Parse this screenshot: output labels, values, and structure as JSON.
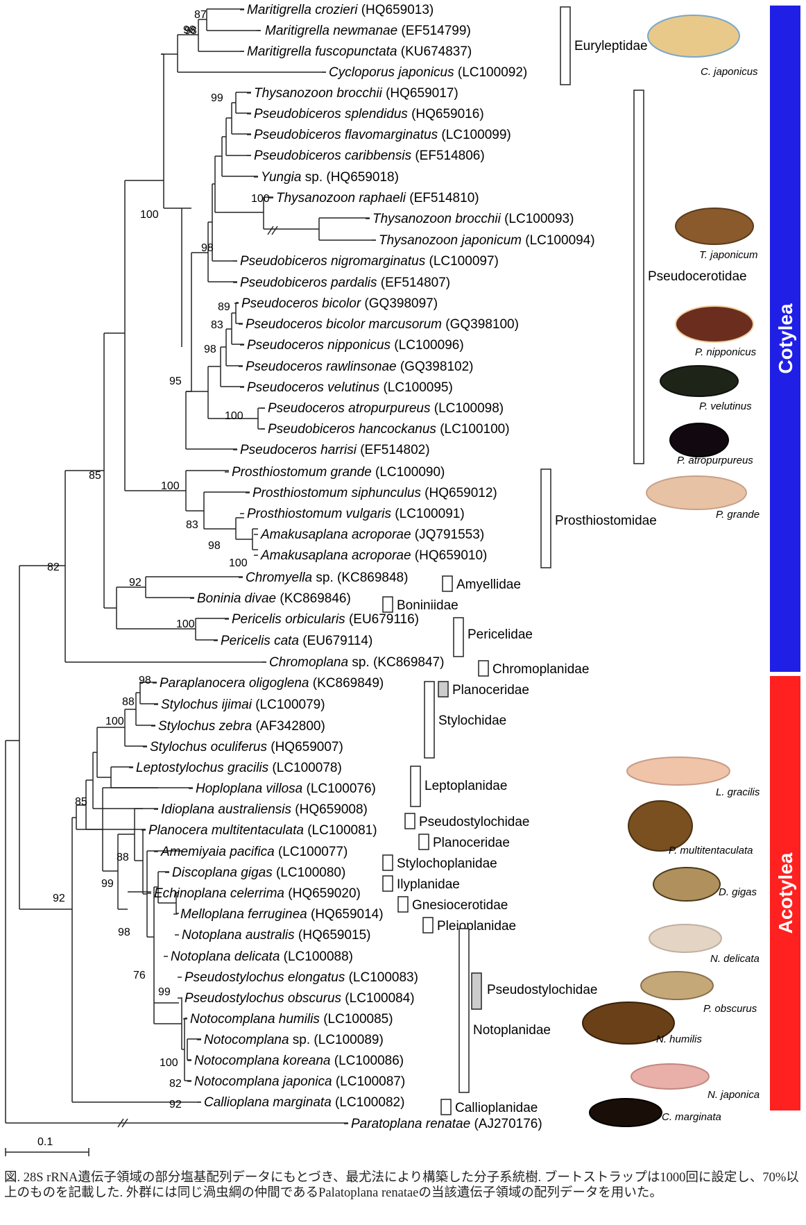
{
  "taxa": [
    {
      "genus": "Maritigrella crozieri",
      "acc": "(HQ659013)"
    },
    {
      "genus": "Maritigrella newmanae",
      "acc": "(EF514799)"
    },
    {
      "genus": "Maritigrella fuscopunctata",
      "acc": "(KU674837)"
    },
    {
      "genus": "Cycloporus japonicus",
      "acc": "(LC100092)"
    },
    {
      "genus": "Thysanozoon brocchii",
      "acc": "(HQ659017)"
    },
    {
      "genus": "Pseudobiceros splendidus",
      "acc": "(HQ659016)"
    },
    {
      "genus": "Pseudobiceros flavomarginatus",
      "acc": "(LC100099)"
    },
    {
      "genus": "Pseudobiceros caribbensis",
      "acc": "(EF514806)"
    },
    {
      "genus": "Yungia",
      "suffix": " sp.",
      "acc": "(HQ659018)"
    },
    {
      "genus": "Thysanozoon raphaeli",
      "acc": "(EF514810)"
    },
    {
      "genus": "Thysanozoon brocchii",
      "acc": "(LC100093)"
    },
    {
      "genus": "Thysanozoon japonicum",
      "acc": "(LC100094)"
    },
    {
      "genus": "Pseudobiceros nigromarginatus",
      "acc": "(LC100097)"
    },
    {
      "genus": "Pseudobiceros pardalis",
      "acc": "(EF514807)"
    },
    {
      "genus": "Pseudoceros bicolor",
      "acc": "(GQ398097)"
    },
    {
      "genus": "Pseudoceros bicolor marcusorum",
      "acc": "(GQ398100)"
    },
    {
      "genus": "Pseudoceros nipponicus",
      "acc": "(LC100096)"
    },
    {
      "genus": "Pseudoceros rawlinsonae",
      "acc": "(GQ398102)"
    },
    {
      "genus": "Pseudoceros velutinus",
      "acc": "(LC100095)"
    },
    {
      "genus": "Pseudoceros atropurpureus",
      "acc": "(LC100098)"
    },
    {
      "genus": "Pseudobiceros hancockanus",
      "acc": "(LC100100)"
    },
    {
      "genus": "Pseudoceros harrisi",
      "acc": "(EF514802)"
    },
    {
      "genus": "Prosthiostomum grande",
      "acc": "(LC100090)"
    },
    {
      "genus": "Prosthiostomum siphunculus",
      "acc": "(HQ659012)"
    },
    {
      "genus": "Prosthiostomum vulgaris",
      "acc": "(LC100091)"
    },
    {
      "genus": "Amakusaplana acroporae",
      "acc": "(JQ791553)"
    },
    {
      "genus": "Amakusaplana acroporae",
      "acc": "(HQ659010)"
    },
    {
      "genus": "Chromyella",
      "suffix": " sp.",
      "acc": "(KC869848)"
    },
    {
      "genus": "Boninia divae",
      "acc": "(KC869846)"
    },
    {
      "genus": "Pericelis orbicularis",
      "acc": "(EU679116)"
    },
    {
      "genus": "Pericelis cata",
      "acc": "(EU679114)"
    },
    {
      "genus": "Chromoplana",
      "suffix": " sp.",
      "acc": "(KC869847)"
    },
    {
      "genus": "Paraplanocera oligoglena",
      "acc": "(KC869849)"
    },
    {
      "genus": "Stylochus ijimai",
      "acc": "(LC100079)"
    },
    {
      "genus": "Stylochus zebra",
      "acc": "(AF342800)"
    },
    {
      "genus": "Stylochus oculiferus",
      "acc": "(HQ659007)"
    },
    {
      "genus": "Leptostylochus gracilis",
      "acc": "(LC100078)"
    },
    {
      "genus": "Hoploplana villosa",
      "acc": "(LC100076)"
    },
    {
      "genus": "Idioplana australiensis",
      "acc": "(HQ659008)"
    },
    {
      "genus": "Planocera multitentaculata",
      "acc": "(LC100081)"
    },
    {
      "genus": "Amemiyaia pacifica",
      "acc": "(LC100077)"
    },
    {
      "genus": "Discoplana gigas",
      "acc": "(LC100080)"
    },
    {
      "genus": "Echinoplana celerrima",
      "acc": "(HQ659020)"
    },
    {
      "genus": "Melloplana ferruginea",
      "acc": "(HQ659014)"
    },
    {
      "genus": "Notoplana australis",
      "acc": "(HQ659015)"
    },
    {
      "genus": "Notoplana delicata",
      "acc": "(LC100088)"
    },
    {
      "genus": "Pseudostylochus elongatus",
      "acc": "(LC100083)"
    },
    {
      "genus": "Pseudostylochus obscurus",
      "acc": "(LC100084)"
    },
    {
      "genus": "Notocomplana humilis",
      "acc": "(LC100085)"
    },
    {
      "genus": "Notocomplana",
      "suffix": " sp.",
      "acc": "(LC100089)"
    },
    {
      "genus": "Notocomplana koreana",
      "acc": "(LC100086)"
    },
    {
      "genus": "Notocomplana japonica",
      "acc": "(LC100087)"
    },
    {
      "genus": "Callioplana marginata",
      "acc": "(LC100082)"
    },
    {
      "genus": "Paratoplana renatae",
      "acc": "(AJ270176)"
    }
  ],
  "bootstrap": [
    "87",
    "98",
    "98",
    "100",
    "99",
    "100",
    "98",
    "89",
    "83",
    "98",
    "95",
    "100",
    "85",
    "100",
    "83",
    "98",
    "100",
    "92",
    "100",
    "82",
    "98",
    "88",
    "100",
    "85",
    "88",
    "99",
    "92",
    "98",
    "76",
    "99",
    "100",
    "82",
    "92"
  ],
  "families": [
    "Euryleptidae",
    "Pseudocerotidae",
    "Prosthiostomidae",
    "Amyellidae",
    "Boniniidae",
    "Pericelidae",
    "Chromoplanidae",
    "Planoceridae",
    "Stylochidae",
    "Leptoplanidae",
    "Pseudostylochidae",
    "Planoceridae",
    "Stylochoplanidae",
    "Ilyplanidae",
    "Gnesiocerotidae",
    "Pleioplanidae",
    "Pseudostylochidae",
    "Notoplanidae",
    "Callioplanidae"
  ],
  "suborders": {
    "cotylea": "Cotylea",
    "acotylea": "Acotylea",
    "cotylea_color": "#1f1fe6",
    "acotylea_color": "#ff2020"
  },
  "photo_labels": [
    "C. japonicus",
    "T. japonicum",
    "P. nipponicus",
    "P. velutinus",
    "P. atropurpureus",
    "P. grande",
    "L. gracilis",
    "P. multitentaculata",
    "D. gigas",
    "N. delicata",
    "P. obscurus",
    "N. humilis",
    "N. japonica",
    "C. marginata"
  ],
  "scale_label": "0.1",
  "caption": "図. 28S rRNA遺伝子領域の部分塩基配列データにもとづき、最尤法により構築した分子系統樹. ブートストラップは1000回に設定し、70%以上のものを記載した. 外群には同じ渦虫綱の仲間であるPalatoplana renataeの当該遺伝子領域の配列データを用いた。"
}
